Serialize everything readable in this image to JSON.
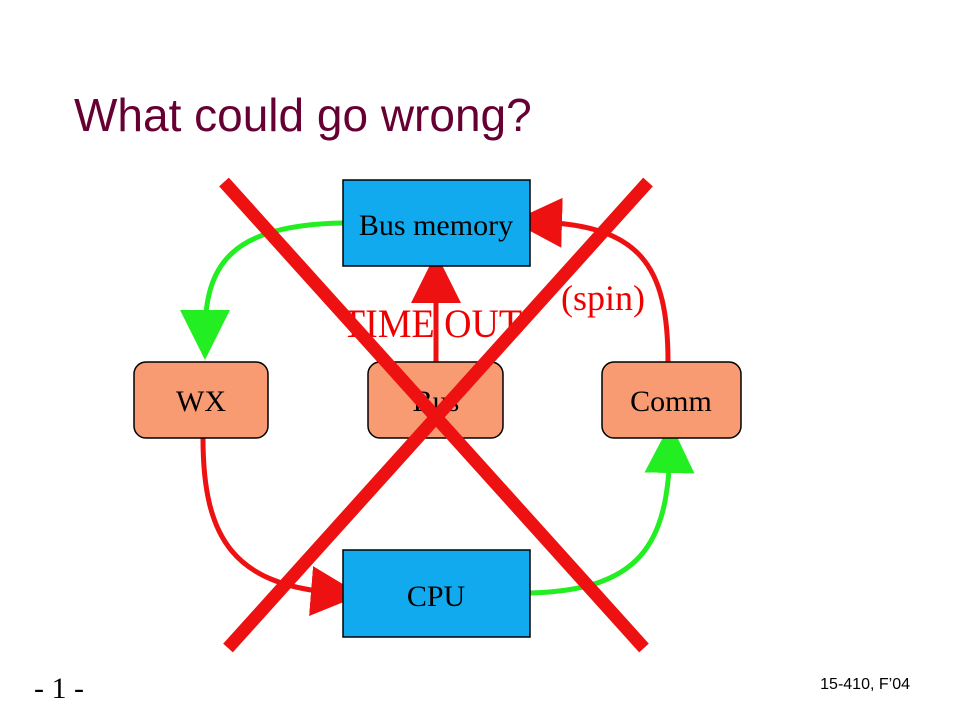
{
  "slide": {
    "title": "What could go wrong?",
    "page_number": "- 1 -",
    "course": "15-410, F’04"
  },
  "diagram": {
    "nodes": [
      {
        "id": "bus-memory",
        "label": "Bus memory"
      },
      {
        "id": "wx",
        "label": "WX"
      },
      {
        "id": "bus",
        "label": "Bus"
      },
      {
        "id": "comm",
        "label": "Comm"
      },
      {
        "id": "cpu",
        "label": "CPU"
      }
    ],
    "annotations": {
      "timeout": "TIME OUT",
      "spin": "(spin)"
    }
  },
  "colors": {
    "title": "#660033",
    "blue_box": "#11aaee",
    "orange_box": "#f89a72",
    "green_arrow": "#22ee22",
    "red_arrow": "#ee1111",
    "cross": "#ee1111"
  }
}
